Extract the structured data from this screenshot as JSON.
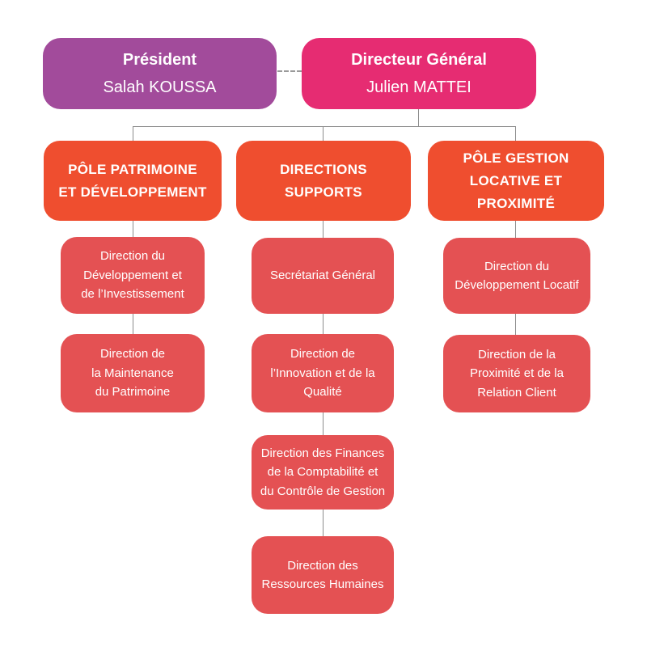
{
  "palette": {
    "president_purple": "#A24B9B",
    "directeur_pink": "#E62C72",
    "pole_orange": "#EF4E2F",
    "direction_red": "#E45153",
    "connector_gray": "#8C8C8C",
    "text_white": "#FFFFFF",
    "background": "#FFFFFF"
  },
  "org": {
    "president": {
      "title": "Président",
      "name": "Salah KOUSSA"
    },
    "directeur_general": {
      "title": "Directeur Général",
      "name": "Julien MATTEI"
    },
    "branches": [
      {
        "title": "PÔLE PATRIMOINE\nET DÉVELOPPEMENT",
        "children": [
          "Direction du\nDéveloppement et\nde l’Investissement",
          "Direction de\nla Maintenance\ndu Patrimoine"
        ]
      },
      {
        "title": "DIRECTIONS\nSUPPORTS",
        "children": [
          "Secrétariat Général",
          "Direction de\nl’Innovation et de la\nQualité",
          "Direction des Finances\nde la Comptabilité et\ndu Contrôle de Gestion",
          "Direction des\nRessources Humaines"
        ]
      },
      {
        "title": "PÔLE GESTION\nLOCATIVE ET\nPROXIMITÉ",
        "children": [
          "Direction du\nDéveloppement Locatif",
          "Direction de la\nProximité et de la\nRelation Client"
        ]
      }
    ]
  }
}
